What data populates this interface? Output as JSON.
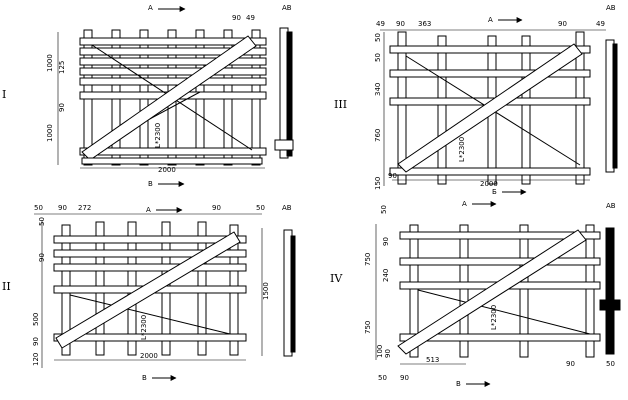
{
  "panels": [
    {
      "id": "I",
      "roman": "I",
      "view_a": "A",
      "view_b": "B",
      "view_ab": "AB",
      "diagonal": "L*2300",
      "dims": {
        "width": "2000",
        "upper": "1000",
        "lower": "1000",
        "gap": "125",
        "small": "90",
        "top_right_a": "90",
        "top_right_b": "49"
      }
    },
    {
      "id": "II",
      "roman": "II",
      "view_a": "A",
      "view_b": "B",
      "view_ab": "AB",
      "diagonal": "L*2300",
      "dims": {
        "width": "2000",
        "height": "1500",
        "left_a": "50",
        "left_b": "90",
        "span": "272",
        "right_a": "90",
        "right_b": "50",
        "side_50": "50",
        "side_90": "90",
        "lower": "500",
        "bot_a": "90",
        "bot_b": "120"
      }
    },
    {
      "id": "III",
      "roman": "III",
      "view_a": "A",
      "view_b": "Б",
      "view_ab": "AB",
      "diagonal": "L*2300",
      "dims": {
        "width": "2000",
        "left_a": "49",
        "left_b": "90",
        "span": "363",
        "right_a": "90",
        "right_b": "49",
        "s50": "50",
        "s50b": "50",
        "upper": "340",
        "middle": "760",
        "bot_a": "150",
        "bot_b": "90"
      }
    },
    {
      "id": "IV",
      "roman": "IV",
      "view_a": "A",
      "view_b": "B",
      "view_ab": "AB",
      "diagonal": "L*2300",
      "dims": {
        "top": "750",
        "bottom": "750",
        "s50": "50",
        "s90": "90",
        "s240": "240",
        "s100": "100",
        "s90b": "90",
        "span": "513",
        "bl_a": "50",
        "bl_b": "90",
        "br_a": "90",
        "br_b": "50"
      }
    }
  ]
}
